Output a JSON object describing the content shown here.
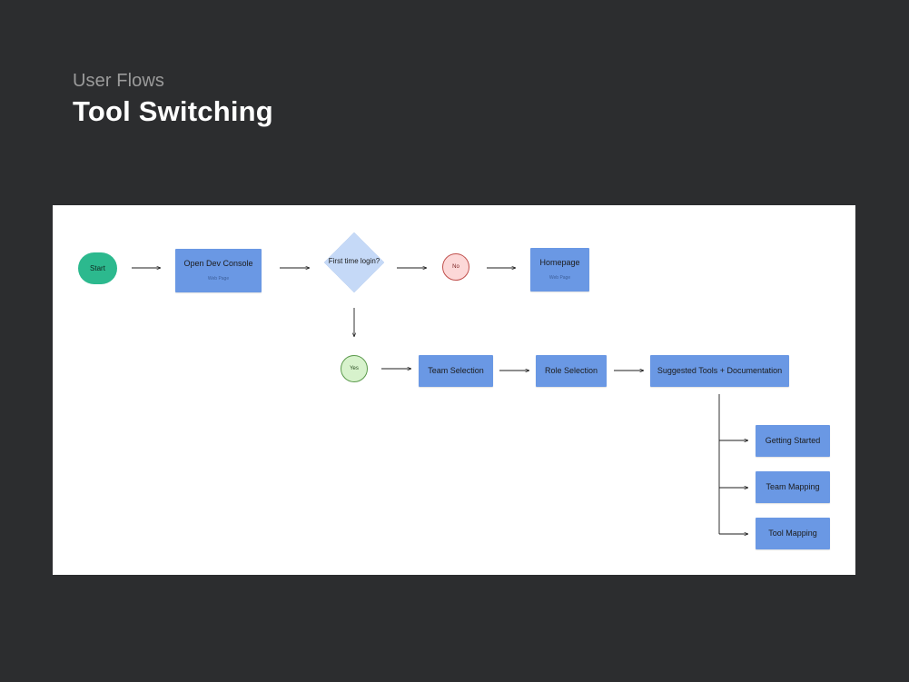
{
  "header": {
    "subtitle": "User Flows",
    "title": "Tool Switching"
  },
  "colors": {
    "page_bg": "#2c2d2f",
    "canvas_bg": "#ffffff",
    "process_box": "#6a98e4",
    "start_terminal": "#2cb98e",
    "decision": "#c5d9f7",
    "no_fill": "#fcd8d8",
    "no_stroke": "#c0504d",
    "yes_fill": "#d7f2cc",
    "yes_stroke": "#5b9a4c",
    "connector": "#1c1c1c"
  },
  "flow": {
    "start": {
      "label": "Start"
    },
    "open_dev_console": {
      "label": "Open Dev Console",
      "sublabel": "Web Page"
    },
    "decision": {
      "label": "First time login?"
    },
    "no": {
      "label": "No"
    },
    "homepage": {
      "label": "Homepage",
      "sublabel": "Web Page"
    },
    "yes": {
      "label": "Yes"
    },
    "team_selection": {
      "label": "Team Selection"
    },
    "role_selection": {
      "label": "Role Selection"
    },
    "suggested_tools": {
      "label": "Suggested Tools + Documentation"
    },
    "getting_started": {
      "label": "Getting Started"
    },
    "team_mapping": {
      "label": "Team Mapping"
    },
    "tool_mapping": {
      "label": "Tool Mapping"
    }
  }
}
